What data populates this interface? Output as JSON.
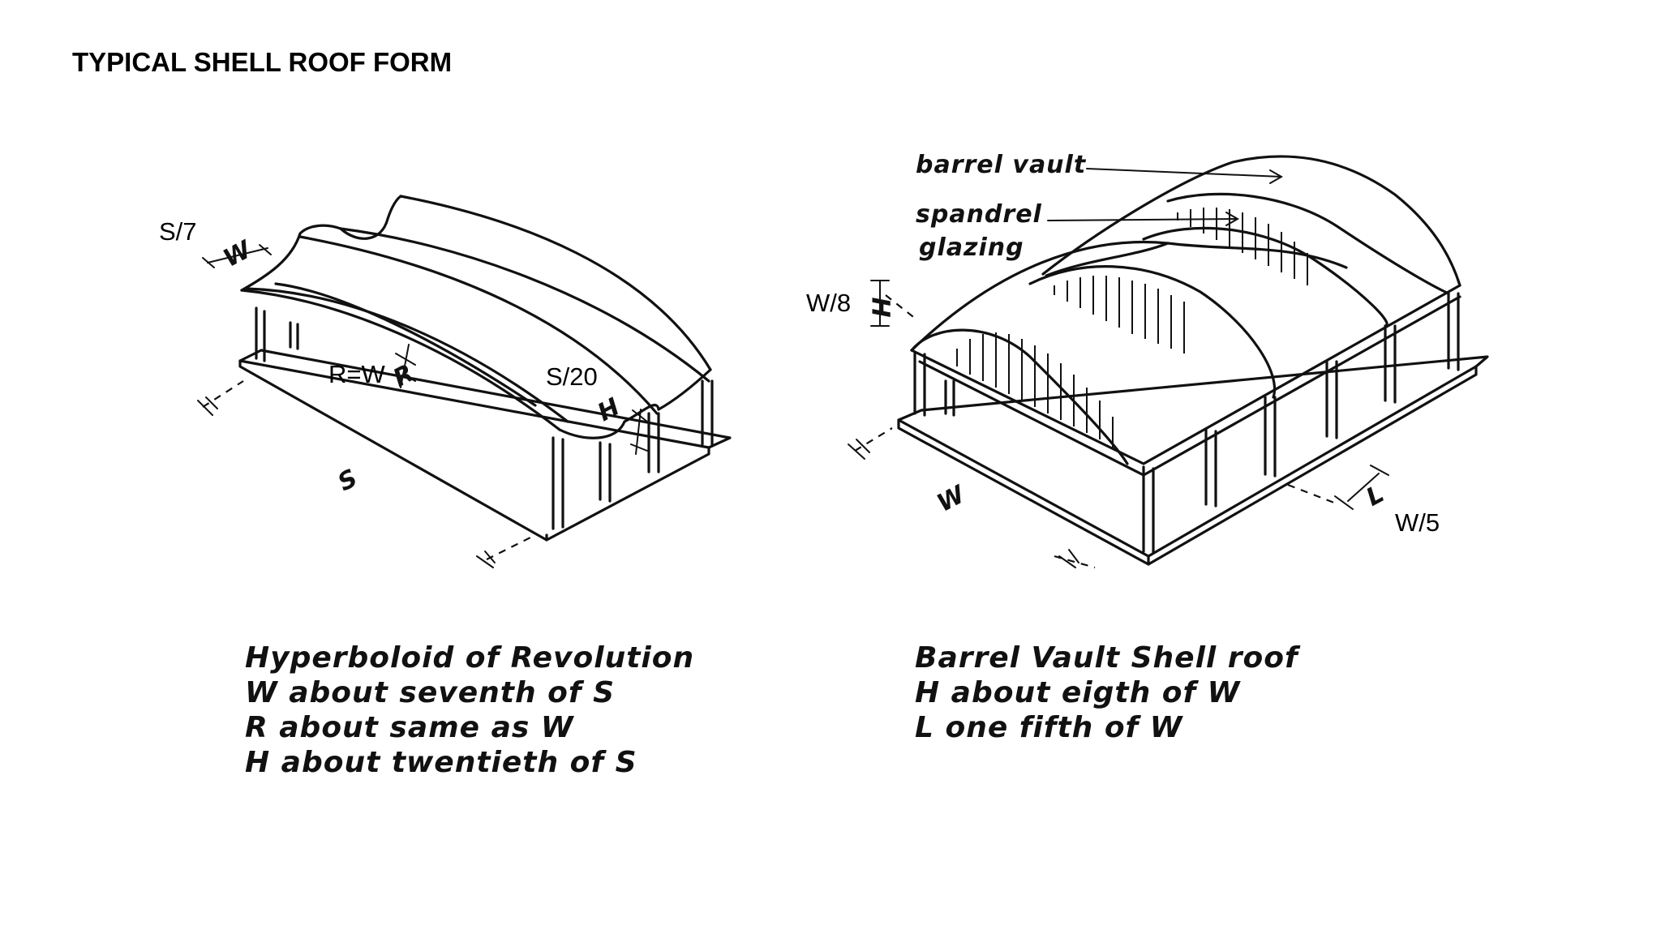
{
  "title": "TYPICAL SHELL ROOF FORM",
  "left_diagram": {
    "label_s7": "S/7",
    "label_rw": "R=W",
    "label_s20": "S/20",
    "dim_w": "W",
    "dim_r": "R",
    "dim_h": "H",
    "dim_s": "S",
    "caption": [
      "Hyperboloid of Revolution",
      "W about seventh of S",
      "R about same as W",
      "H about twentieth of S"
    ]
  },
  "right_diagram": {
    "note_barrel": "barrel vault",
    "note_spandrel_1": "spandrel",
    "note_spandrel_2": "glazing",
    "label_w8": "W/8",
    "label_w5": "W/5",
    "dim_h": "H",
    "dim_w": "W",
    "dim_l": "L",
    "caption": [
      "Barrel Vault Shell roof",
      "H about eigth of W",
      "L one fifth of W"
    ]
  }
}
